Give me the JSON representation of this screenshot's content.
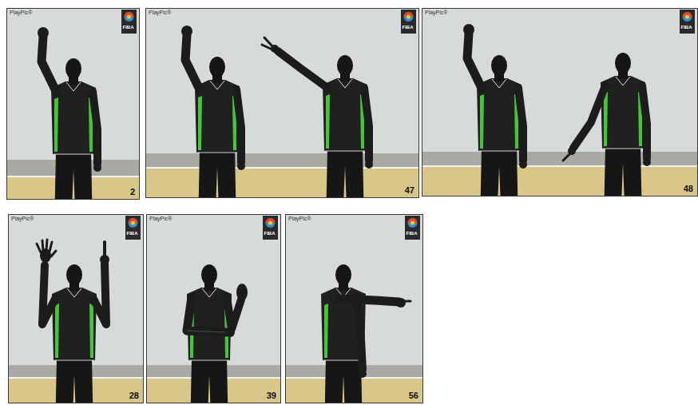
{
  "diagram": {
    "nodes": [
      {
        "text": [
          "PlayPic®",
          "FIBA",
          "2"
        ]
      },
      {
        "text": [
          "PlayPic®",
          "FIBA",
          "47"
        ]
      },
      {
        "text": [
          "PlayPic®",
          "FIBA",
          "48"
        ]
      },
      {
        "text": [
          "PlayPic®",
          "FIBA",
          "28"
        ]
      },
      {
        "text": [
          "PlayPic®",
          "FIBA",
          "39"
        ]
      },
      {
        "text": [
          "PlayPic®",
          "FIBA",
          "56"
        ]
      }
    ]
  }
}
